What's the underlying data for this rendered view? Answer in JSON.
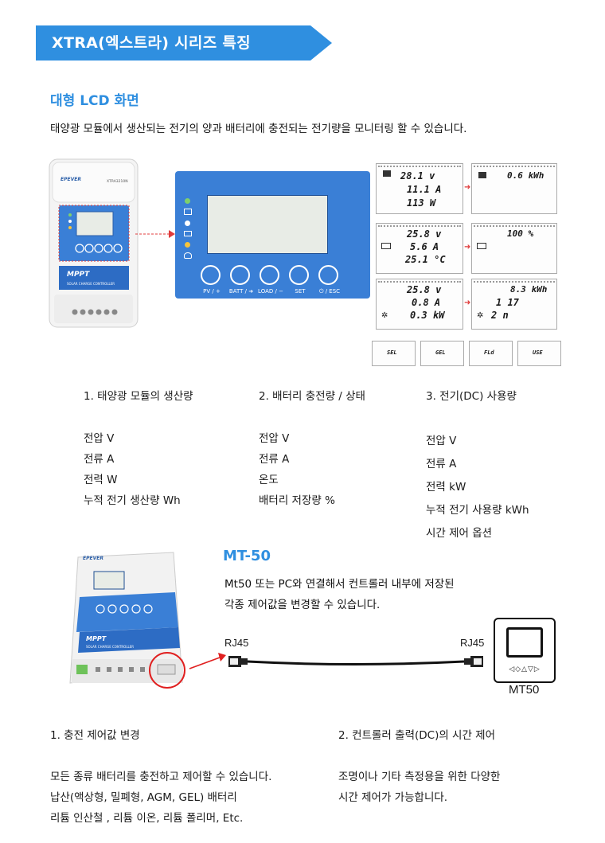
{
  "banner": {
    "title": "XTRA(엑스트라) 시리즈 특징",
    "color": "#2f8fe0"
  },
  "lcd_section": {
    "title": "대형 LCD 화면",
    "description": "태양광 모듈에서 생산되는 전기의 양과 배터리에 충전되는 전기량을 모니터링 할 수 있습니다."
  },
  "device": {
    "brand": "EPEVER",
    "model": "XTRA3210N",
    "line1": "MPPT",
    "line2": "SOLAR CHARGE CONTROLLER",
    "panel_buttons": [
      "PV / +",
      "BATT / ➜",
      "LOAD / −",
      "SET",
      "⏻ / ESC"
    ]
  },
  "lcd_screens": [
    {
      "rows": [
        "28.1 v",
        "11.1 A",
        "113 W"
      ]
    },
    {
      "rows": [
        "0.6 kWh"
      ]
    },
    {
      "rows": [
        "25.8 v",
        "5.6 A",
        "25.1 °C"
      ]
    },
    {
      "rows": [
        "100 %"
      ]
    },
    {
      "rows": [
        "25.8 v",
        "0.8 A",
        "0.3 kW"
      ]
    },
    {
      "rows": [
        "8.3 kWh",
        "1 17",
        "2 n"
      ]
    }
  ],
  "battery_types": [
    "SEL",
    "GEL",
    "FLd",
    "USE"
  ],
  "columns": [
    {
      "title": "1. 태양광 모듈의 생산량",
      "items": [
        "전압 V",
        "전류 A",
        "전력 W",
        "누적 전기 생산량 Wh"
      ]
    },
    {
      "title": "2. 배터리 충전량 / 상태",
      "items": [
        "전압 V",
        "전류 A",
        "온도",
        "배터리 저장량 %"
      ]
    },
    {
      "title": "3. 전기(DC) 사용량",
      "items": [
        "전압 V",
        "전류 A",
        "전력 kW",
        "누적 전기 사용량 kWh",
        "시간 제어 옵션"
      ]
    }
  ],
  "mt50": {
    "title": "MT-50",
    "desc_line1": "Mt50 또는 PC와 연결해서 컨트롤러 내부에 저장된",
    "desc_line2": "각종 제어값을 변경할 수 있습니다.",
    "port_left": "RJ45",
    "port_right": "RJ45",
    "device_label": "MT50",
    "device_buttons": "◁◇△▽▷"
  },
  "bottom": [
    {
      "title": "1. 충전 제어값 변경",
      "lines": [
        "모든 종류 배터리를 충전하고 제어할 수 있습니다.",
        "납산(액상형, 밀폐형, AGM, GEL) 배터리",
        "리튬 인산철 , 리튬 이온, 리튬 폴리머, Etc."
      ]
    },
    {
      "title": "2. 컨트롤러 출력(DC)의 시간 제어",
      "lines": [
        "조명이나 기타 측정용을 위한  다양한",
        "시간 제어가 가능합니다."
      ]
    }
  ]
}
